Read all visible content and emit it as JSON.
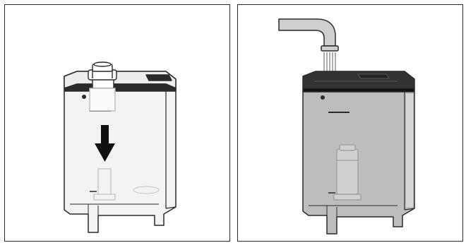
{
  "figure": {
    "panels": [
      {
        "id": "insert-filter-step",
        "elements": [
          "water-tank",
          "water-filter-cartridge",
          "down-arrow-icon"
        ],
        "tank_markings": {
          "max_mark": "max",
          "min_mark": "min"
        }
      },
      {
        "id": "fill-water-step",
        "elements": [
          "water-tank",
          "water-tap",
          "water-stream",
          "water-filter-cartridge"
        ],
        "tank_markings": {
          "max_mark": "max",
          "min_mark": "min"
        }
      }
    ],
    "colors": {
      "outline": "#2a2a2a",
      "tank_empty": "#f3f3f3",
      "tank_filled": "#bdbdbd",
      "lid": "#333333",
      "tap": "#cfcfcf",
      "arrow": "#111111"
    }
  }
}
